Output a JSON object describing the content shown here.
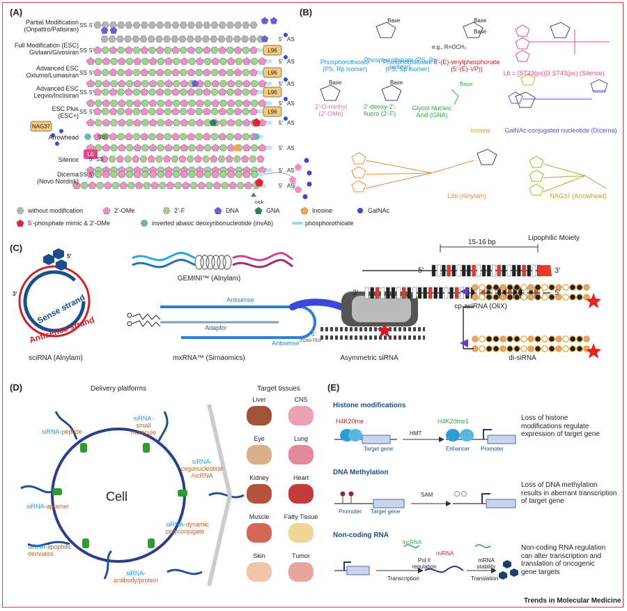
{
  "panels": {
    "a": "(A)",
    "b": "(B)",
    "c": "(C)",
    "d": "(D)",
    "e": "(E)"
  },
  "panel_a": {
    "rows": [
      {
        "label": "Partial Modification\n(Onpattro/Patisiran)",
        "ss": "SS",
        "as": "AS"
      },
      {
        "label": "Full Modification (ESC)\nGivlaari/Givosiran",
        "ss": "SS",
        "as": "AS",
        "tag": "L96"
      },
      {
        "label": "Advanced ESC\nOxlumo/Lumasiran",
        "ss": "SS",
        "as": "AS",
        "tag": "L96"
      },
      {
        "label": "Advanced ESC\nLeqvio/Inclisiran",
        "ss": "SS",
        "as": "AS",
        "tag": "L96"
      },
      {
        "label": "ESC Plus\n(ESC+)",
        "ss": "SS",
        "as": "AS",
        "tag": "L96"
      },
      {
        "label": "Arrowhead",
        "ss": "SS",
        "as": "AS",
        "tag": "NAG37"
      },
      {
        "label": "Silence",
        "ss": "SS",
        "as": "AS",
        "tag": "L6"
      },
      {
        "label": "Dicerna\n(Novo Nordisk)",
        "ss": "SS",
        "as": "AS",
        "nick": "nick"
      }
    ],
    "five_prime": "5'",
    "legend": [
      {
        "shape": "hex",
        "color": "#b5b5b5",
        "label": "without modification"
      },
      {
        "shape": "pent",
        "color": "#f28fc1",
        "label": "2'-OMe"
      },
      {
        "shape": "hex",
        "color": "#a8d08d",
        "label": "2'-F"
      },
      {
        "shape": "pent",
        "color": "#6b5fd6",
        "label": "DNA"
      },
      {
        "shape": "pent",
        "color": "#1f8a4c",
        "label": "GNA"
      },
      {
        "shape": "pent",
        "color": "#f2a93b",
        "label": "Inosine"
      },
      {
        "shape": "dot",
        "color": "#3b47d9",
        "label": "GalNAc"
      },
      {
        "shape": "pent",
        "color": "#d7263d",
        "label": "5'-phosphate mimic & 2'-OMe"
      },
      {
        "shape": "hex",
        "color": "#6fb6b2",
        "label": "inverted abasic deoxyribonucleotide (invAb)"
      },
      {
        "shape": "line",
        "color": "#9fd3f0",
        "label": "phosphorothioate"
      }
    ]
  },
  "panel_b": {
    "structures": [
      {
        "name": "Phosphorothioate\n(PS, Rp isomer)",
        "color": "#1f9ad6"
      },
      {
        "name": "Phosphorothioate\n(PS, Sp isomer)",
        "color": "#1f9ad6"
      },
      {
        "name": "5'-(E)-vinylphosphonate\n(5'-(E)-VP))",
        "color": "#cf2027"
      },
      {
        "name": "L6 = [ST23(ps)]3 ST43(ps) (Silence)",
        "color": "#e8458b"
      },
      {
        "name": "2'-O-methyl\n(2'-OMe)",
        "color": "#e477a9"
      },
      {
        "name": "2'-deoxy-2'-\nfluoro (2'-F)",
        "color": "#2eaa4a"
      },
      {
        "name": "Glycol Nucleic\nAcid (GNA)",
        "color": "#2eaa4a"
      },
      {
        "name": "Inosine",
        "color": "#e6a118"
      },
      {
        "name": "GalNAc-conjugated nucleotide (Dicerna)",
        "color": "#5b4fcf"
      },
      {
        "name": "L96 (Alnylam)",
        "color": "#f08a36"
      },
      {
        "name": "NAG37 (Arrowhead)",
        "color": "#b9a42b"
      }
    ],
    "base": "Base",
    "eg": "e.g., R=OCH₃",
    "r": "R"
  },
  "panel_c": {
    "scirna": {
      "caption": "sciRNA (Alnylam)",
      "sense": "Sense strand",
      "antisense": "Antisense strand",
      "five": "5'",
      "three": "3'"
    },
    "gemini": {
      "caption": "GEMINI™ (Alnylam)"
    },
    "mxrna": {
      "caption": "mxRNA™ (Sirnaomics)",
      "antisense_top": "Antisense",
      "adaptor": "Adaptor",
      "antisense_bottom": "Antisense"
    },
    "cp": {
      "caption": "cp-asiRNA (OliX)",
      "bp": "15-16 bp",
      "lipophilic": "Lipophilic Moiety",
      "five": "5'",
      "three": "3'"
    },
    "asym": {
      "caption": "Asymmetric siRNA",
      "five": "5'",
      "chol": "3'Chol-TEG"
    },
    "di": {
      "caption": "di-siRNA"
    }
  },
  "panel_d": {
    "title": "Delivery platforms",
    "cell": "Cell",
    "conjugates": [
      {
        "prefix": "siRNA-",
        "suffix": "peptide"
      },
      {
        "prefix": "siRNA-",
        "suffix": "small\nmolecule"
      },
      {
        "prefix": "siRNA-",
        "suffix": "oligonucleotide\n/ncRNA"
      },
      {
        "prefix": "siRNA-",
        "suffix": "aptamer"
      },
      {
        "prefix": "siRNA-",
        "suffix": "dynamic\npolyconjugate"
      },
      {
        "prefix": "siRNA-",
        "suffix": "lipophilic\nderivates"
      },
      {
        "prefix": "siRNA-",
        "suffix": "antibody/protein"
      }
    ],
    "targets_title": "Target tissues",
    "tissues": [
      "Liver",
      "CNS",
      "Eye",
      "Lung",
      "Kidney",
      "Heart",
      "Muscle",
      "Fatty Tissue",
      "Skin",
      "Tumor"
    ]
  },
  "panel_e": {
    "sections": [
      {
        "title": "Histone modifications",
        "desc": "Loss of histone\nmodifications regulate\nexpression of target gene"
      },
      {
        "title": "DNA Methylation",
        "desc": "Loss of DNA methylation\nresults in aberrant transcription\nof target gene"
      },
      {
        "title": "Non-coding RNA",
        "desc": "Non-coding RNA regulation\ncan alter transcription and\ntranslation of oncogenic\ngene targets"
      }
    ],
    "h4k20me": "H4K20me",
    "h4k20me1": "H4K20me1",
    "hmt": "HMT",
    "target_gene": "Target gene",
    "enhancer": "Enhancer",
    "promoter": "Promoter",
    "sam": "SAM",
    "lncrna": "lncRNA",
    "mirna": "miRNA",
    "pol2": "Pol II\nregulation",
    "mrna_stab": "mRNA\nstability",
    "transcription": "Transcription",
    "translation": "Translation"
  },
  "footer": "Trends in Molecular Medicine"
}
